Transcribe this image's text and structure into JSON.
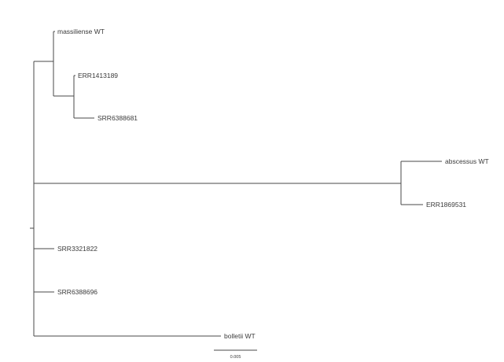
{
  "tree": {
    "tips": [
      {
        "id": "massiliense",
        "label": "massiliense WT"
      },
      {
        "id": "err1413189",
        "label": "ERR1413189"
      },
      {
        "id": "srr6388681",
        "label": "SRR6388681"
      },
      {
        "id": "abscessus",
        "label": "abscessus WT"
      },
      {
        "id": "err1869531",
        "label": "ERR1869531"
      },
      {
        "id": "srr3321822",
        "label": "SRR3321822"
      },
      {
        "id": "srr6388696",
        "label": "SRR6388696"
      },
      {
        "id": "bolletii",
        "label": "bolletii WT"
      }
    ],
    "scale_bar": {
      "label": "0.005",
      "value": 0.005
    },
    "colors": {
      "branch": "#4a4a4a",
      "text": "#3a3a3a",
      "background": "#ffffff"
    }
  }
}
